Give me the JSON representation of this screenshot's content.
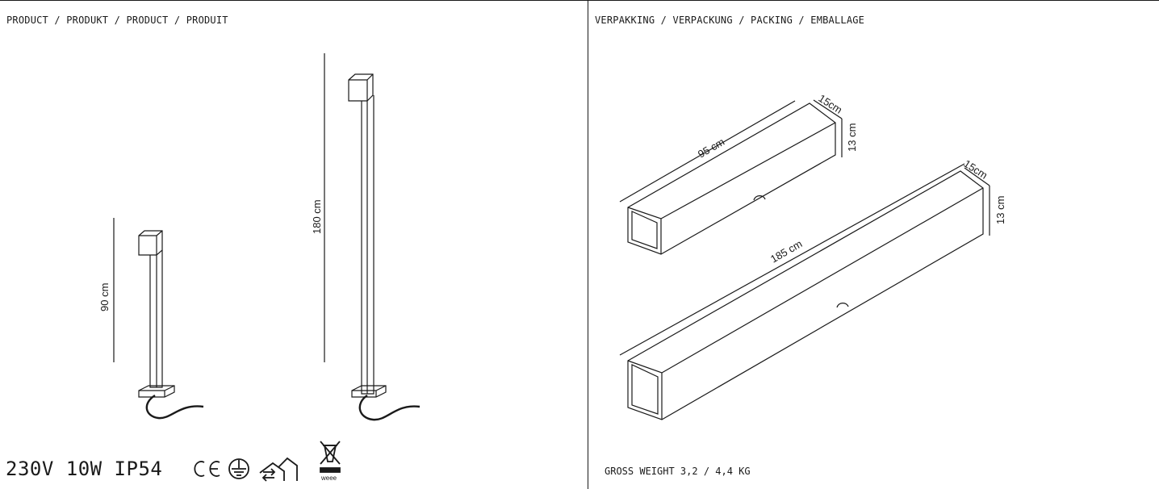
{
  "left_panel": {
    "heading": "PRODUCT / PRODUKT / PRODUCT / PRODUIT",
    "dim_short": "90 cm",
    "dim_tall": "180 cm",
    "specs": "230V 10W IP54",
    "icons": [
      "ce-mark-icon",
      "ground-symbol-icon",
      "indoor-outdoor-icon",
      "weee-bin-icon"
    ],
    "weee_label": "weee"
  },
  "right_panel": {
    "heading": "VERPAKKING / VERPACKUNG / PACKING / EMBALLAGE",
    "box_small": {
      "length": "95 cm",
      "width": "15cm",
      "height": "13 cm"
    },
    "box_large": {
      "length": "185 cm",
      "width": "15cm",
      "height": "13 cm"
    },
    "gross_weight": "GROSS WEIGHT 3,2 / 4,4  KG"
  }
}
